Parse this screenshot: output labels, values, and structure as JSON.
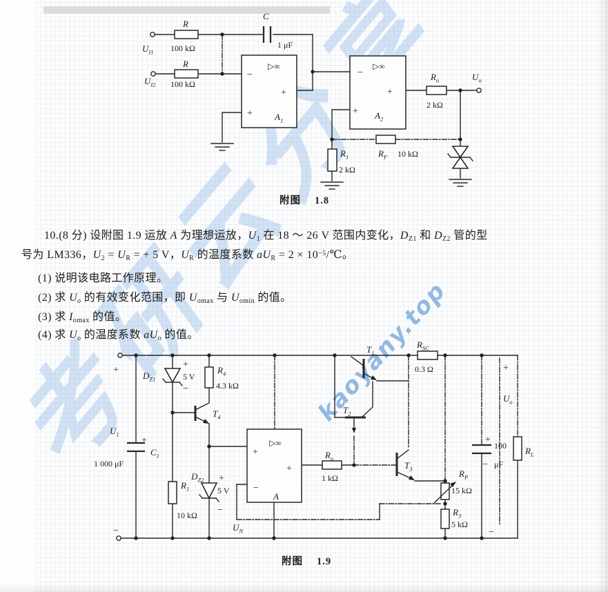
{
  "watermarks": {
    "script": "考研云分享",
    "site": "kaoyany.top"
  },
  "figure18": {
    "caption": "附图",
    "caption_num": "1.8",
    "labels": {
      "u_i1": {
        "b": "U",
        "s": "I1"
      },
      "u_i2": {
        "b": "U",
        "s": "I2"
      },
      "r_top": "R",
      "r_top_v": "100 kΩ",
      "r_bot": "R",
      "r_bot_v": "100 kΩ",
      "c": "C",
      "c_v": "1 μF",
      "a1_gain": "▷∞",
      "a1_minus": "−",
      "a1_plus_out": "+",
      "a1_plus_in": "+",
      "a1": {
        "b": "A",
        "s": "1"
      },
      "a2_gain": "▷∞",
      "a2_minus": "−",
      "a2_plus_out": "+",
      "a2_plus_in": "+",
      "a2": {
        "b": "A",
        "s": "2"
      },
      "r_o": {
        "b": "R",
        "s": "o"
      },
      "r_o_v": "2 kΩ",
      "u_o": {
        "b": "U",
        "s": "o"
      },
      "r_1": {
        "b": "R",
        "s": "1"
      },
      "r_1_v": "2 kΩ",
      "r_f": {
        "b": "R",
        "s": "F"
      },
      "r_f_v": "10 kΩ"
    }
  },
  "problem": {
    "line1_html": "10.(8 分) 设附图 1.9 运放 <i>A</i> 为理想运放，<i>U</i><sub>1</sub> 在 18 ～ 26 V 范围内变化，<i>D</i><sub>Z1</sub> 和 <i>D</i><sub>Z2</sub> 管的型",
    "line2_html": "号为 LM336，<i>U</i><sub>2</sub> = <i>U</i><sub>R</sub> = + 5 V，<i>U</i><sub>R</sub> 的温度系数 <i>aU</i><sub>R</sub> = 2 × 10<sup>−5</sup>/℃。",
    "questions_html": [
      "(1) 说明该电路工作原理。",
      "(2) 求 <i>U</i><sub>o</sub> 的有效变化范围，即 <i>U</i><sub>omax</sub> 与 <i>U</i><sub>omin</sub> 的值。",
      "(3) 求 <i>I</i><sub>omax</sub> 的值。",
      "(4) 求 <i>U</i><sub>o</sub> 的温度系数 <i>aU</i><sub>o</sub> 的值。"
    ]
  },
  "figure19": {
    "caption": "附图",
    "caption_num": "1.9",
    "labels": {
      "in_plus": "+",
      "in_minus": "−",
      "u_1": {
        "b": "U",
        "s": "1"
      },
      "c_1": {
        "b": "C",
        "s": "1"
      },
      "c_1_p": "+",
      "c_1_v": "1 000 μF",
      "d_z1": {
        "b": "D",
        "s": "Z1"
      },
      "d_z1_v": "5 V",
      "d_z1_p": "+",
      "d_z1_m": "−",
      "r_4": {
        "b": "R",
        "s": "4"
      },
      "r_4_v": "4.3 kΩ",
      "t_4": {
        "b": "T",
        "s": "4"
      },
      "r_1": {
        "b": "R",
        "s": "1"
      },
      "r_1_v": "10 kΩ",
      "d_z2": {
        "b": "D",
        "s": "Z2"
      },
      "d_z2_v": "5 V",
      "d_z2_p": "+",
      "d_z2_m": "−",
      "amp_gain": "▷∞",
      "amp_plus_in": "+",
      "amp_plus_out": "+",
      "amp_minus": "−",
      "amp": "A",
      "u_n": {
        "b": "U",
        "s": "N"
      },
      "r_o": {
        "b": "R",
        "s": "o"
      },
      "r_o_v": "1 kΩ",
      "t_1": {
        "b": "T",
        "s": "1"
      },
      "t_2": {
        "b": "T",
        "s": "2"
      },
      "t_3": {
        "b": "T",
        "s": "3"
      },
      "r_sc": {
        "b": "R",
        "s": "SC"
      },
      "r_sc_v": "0.3 Ω",
      "u_o": {
        "b": "U",
        "s": "o"
      },
      "sense_p": "+",
      "sense_m": "−",
      "c_2_p": "+",
      "c_2_v1": "100",
      "c_2_m": "−",
      "c_2_v2": "μF",
      "r_l": {
        "b": "R",
        "s": "L"
      },
      "r_p": {
        "b": "R",
        "s": "P"
      },
      "r_p_v": "15 kΩ",
      "r_3": {
        "b": "R",
        "s": "3"
      },
      "r_3_v": "5 kΩ"
    }
  }
}
